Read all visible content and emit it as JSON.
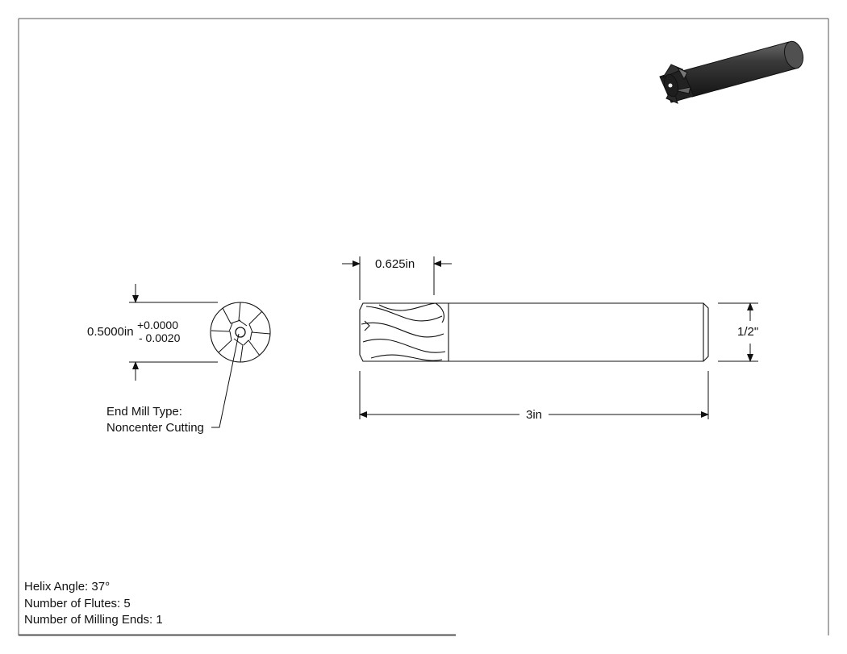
{
  "diagram": {
    "top_dimension": "0.625in",
    "diameter_label": "0.5000in",
    "tolerance_plus": "+0.0000",
    "tolerance_minus": "- 0.0020",
    "shank_diameter": "1/2\"",
    "overall_length": "3in",
    "end_mill_type_line1": "End Mill Type:",
    "end_mill_type_line2": "Noncenter Cutting"
  },
  "specs": {
    "helix_angle": "Helix Angle: 37°",
    "flutes": "Number of Flutes: 5",
    "milling_ends": "Number of Milling Ends: 1"
  },
  "colors": {
    "line": "#111111",
    "border": "#555555",
    "iso_dark": "#2a2a2a"
  }
}
